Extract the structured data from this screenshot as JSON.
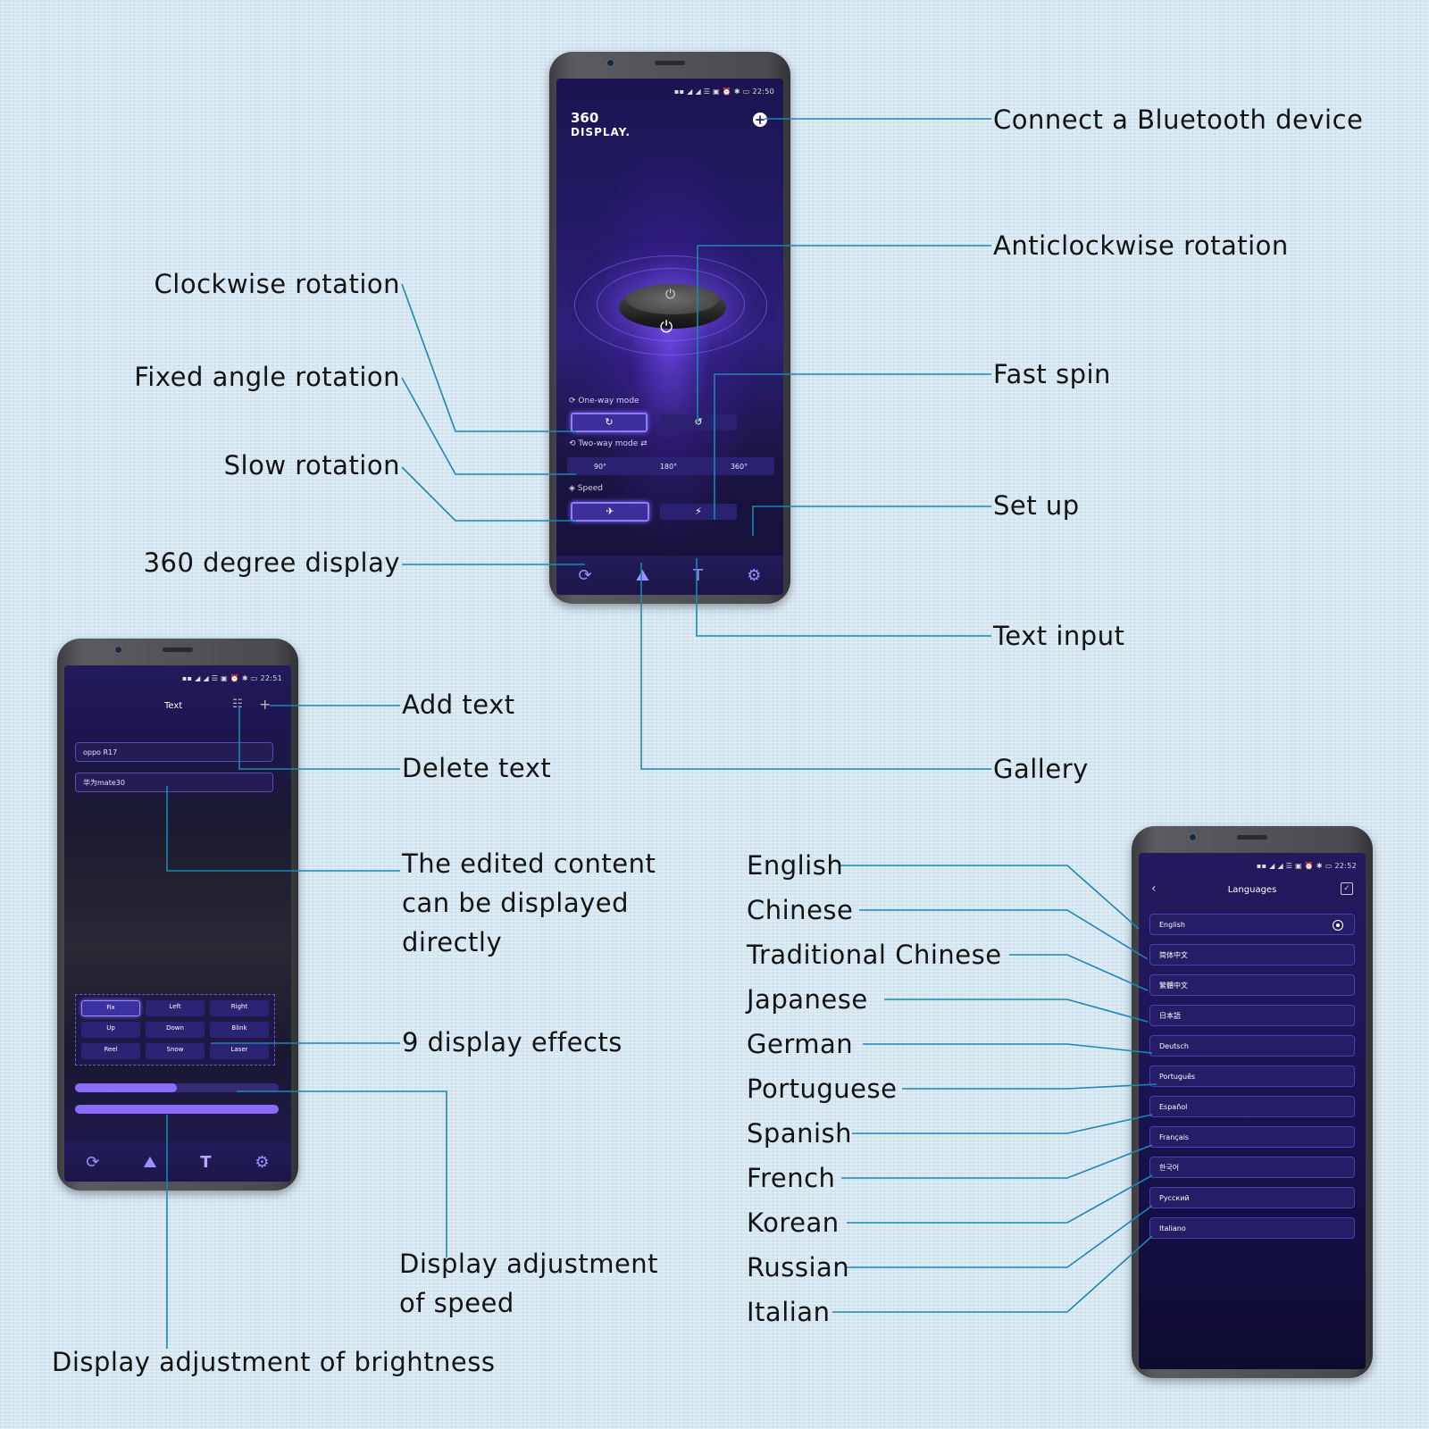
{
  "callouts": {
    "connect": "Connect a Bluetooth device",
    "anticlockwise": "Anticlockwise rotation",
    "clockwise": "Clockwise rotation",
    "fixed_angle": "Fixed angle rotation",
    "fast_spin": "Fast spin",
    "slow_rotation": "Slow rotation",
    "set_up": "Set up",
    "display_360": "360 degree display",
    "text_input": "Text input",
    "add_text": "Add text",
    "delete_text": "Delete text",
    "gallery": "Gallery",
    "edited_content": "The edited content can be displayed directly",
    "display_effects": "9 display effects",
    "speed_adjust": "Display adjustment of speed",
    "brightness_adjust": "Display adjustment of brightness"
  },
  "languages_labels": [
    "English",
    "Chinese",
    "Traditional Chinese",
    "Japanese",
    "German",
    "Portuguese",
    "Spanish",
    "French",
    "Korean",
    "Russian",
    "Italian"
  ],
  "home": {
    "status": "22:50",
    "logo_top": "360",
    "logo_bottom": "DISPLAY.",
    "one_way": "One-way mode",
    "two_way": "Two-way mode",
    "speed": "Speed",
    "angles": [
      "90°",
      "180°",
      "360°"
    ]
  },
  "text_screen": {
    "status": "22:51",
    "title": "Text",
    "entries": [
      "oppo R17",
      "华为mate30"
    ],
    "effects": [
      "Fix",
      "Left",
      "Right",
      "Up",
      "Down",
      "Blink",
      "Reel",
      "Snow",
      "Laser"
    ]
  },
  "lang_screen": {
    "status": "22:52",
    "title": "Languages",
    "items": [
      "English",
      "简体中文",
      "繁體中文",
      "日本語",
      "Deutsch",
      "Português",
      "Español",
      "Français",
      "한국어",
      "Русский",
      "Italiano"
    ]
  }
}
